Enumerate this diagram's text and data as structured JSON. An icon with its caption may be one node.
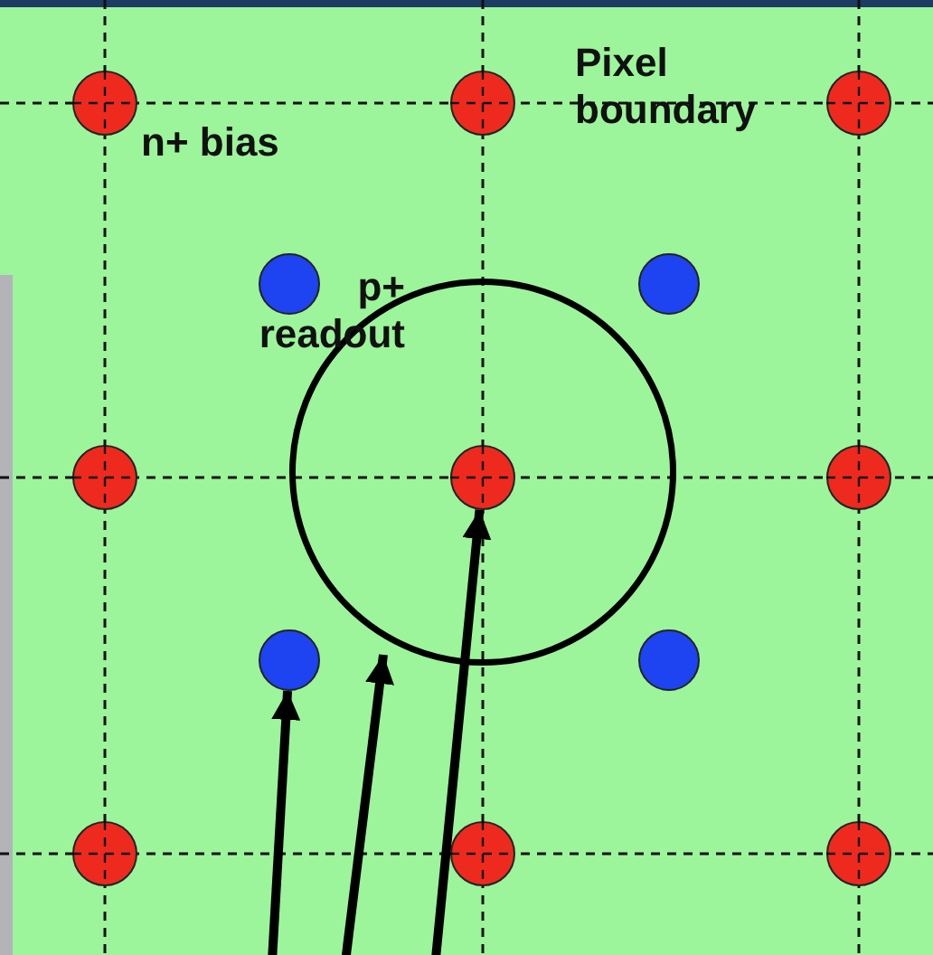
{
  "diagram": {
    "nodes": [
      {
        "text": [],
        "shape": "circle"
      },
      {
        "text": [],
        "shape": "circle"
      },
      {
        "text": [],
        "shape": "circle"
      },
      {
        "text": [],
        "shape": "circle"
      },
      {
        "text": [],
        "shape": "circle"
      },
      {
        "text": [],
        "shape": "circle"
      },
      {
        "text": [],
        "shape": "circle"
      },
      {
        "text": [],
        "shape": "circle",
        "in": 5
      },
      {
        "text": [],
        "shape": "circle"
      },
      {
        "text": [],
        "shape": "circle"
      },
      {
        "text": [],
        "shape": "circle"
      },
      {
        "text": [],
        "shape": "circle"
      },
      {
        "text": [],
        "shape": "circle"
      },
      {
        "text": [],
        "shape": "circle"
      }
    ],
    "edges": [
      {
        "from": null,
        "to": 9,
        "arrow": "to"
      },
      {
        "from": null,
        "to": 5,
        "arrow": "to"
      },
      {
        "from": null,
        "to": 7,
        "arrow": "to"
      }
    ],
    "labels": [
      "Pixel boundary",
      "n+ bias",
      "p+ readout"
    ]
  }
}
